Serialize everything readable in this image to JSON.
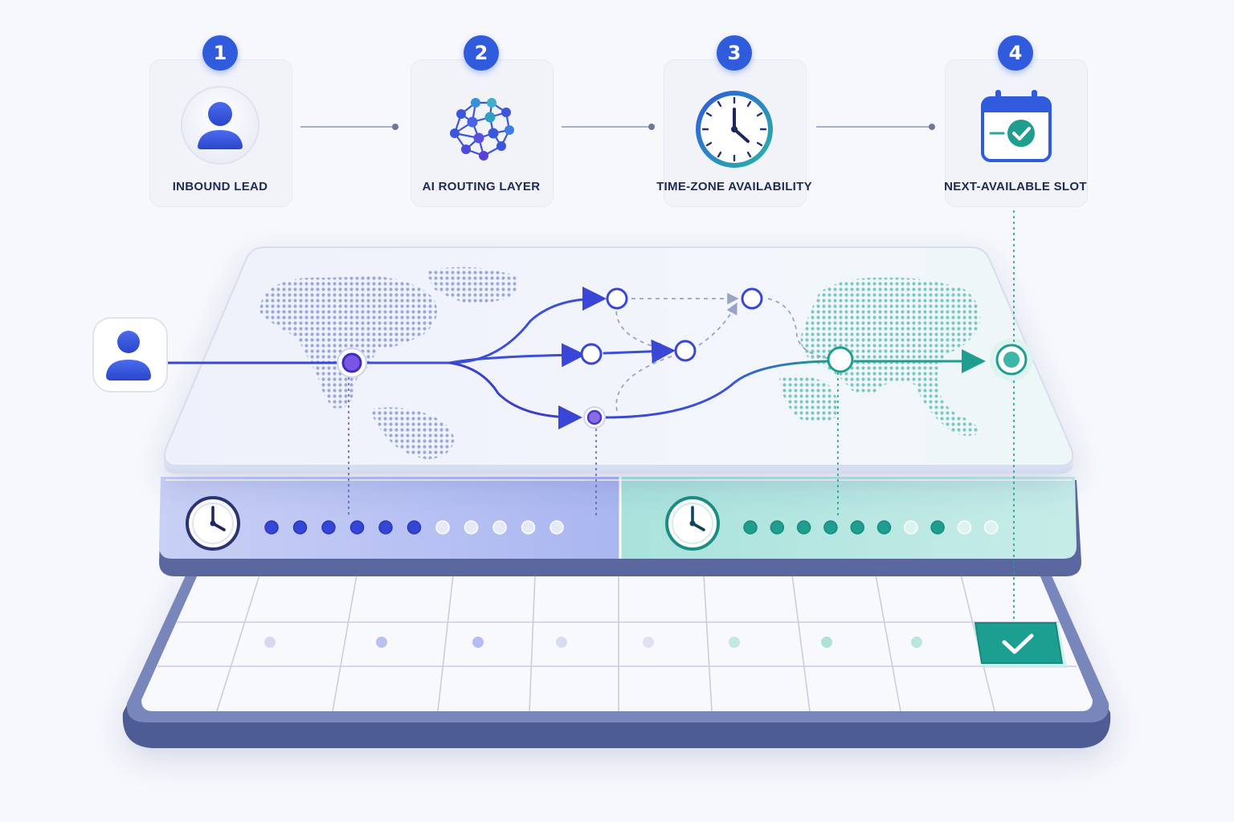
{
  "steps": [
    {
      "number": "1",
      "label": "INBOUND LEAD",
      "icon": "user-avatar-icon"
    },
    {
      "number": "2",
      "label": "AI ROUTING LAYER",
      "icon": "neural-network-icon"
    },
    {
      "number": "3",
      "label": "TIME-ZONE AVAILABILITY",
      "icon": "clock-icon"
    },
    {
      "number": "4",
      "label": "NEXT-AVAILABLE SLOT",
      "icon": "calendar-check-icon"
    }
  ],
  "availability": {
    "left": {
      "slots": [
        true,
        true,
        true,
        true,
        true,
        true,
        false,
        false,
        false,
        false,
        false
      ]
    },
    "right": {
      "slots": [
        true,
        true,
        true,
        true,
        true,
        true,
        false,
        true,
        false,
        false
      ]
    }
  },
  "colors": {
    "primary": "#2f5bdc",
    "route": "#3a46d6",
    "teal": "#1f9e90",
    "navy": "#2a3566"
  }
}
